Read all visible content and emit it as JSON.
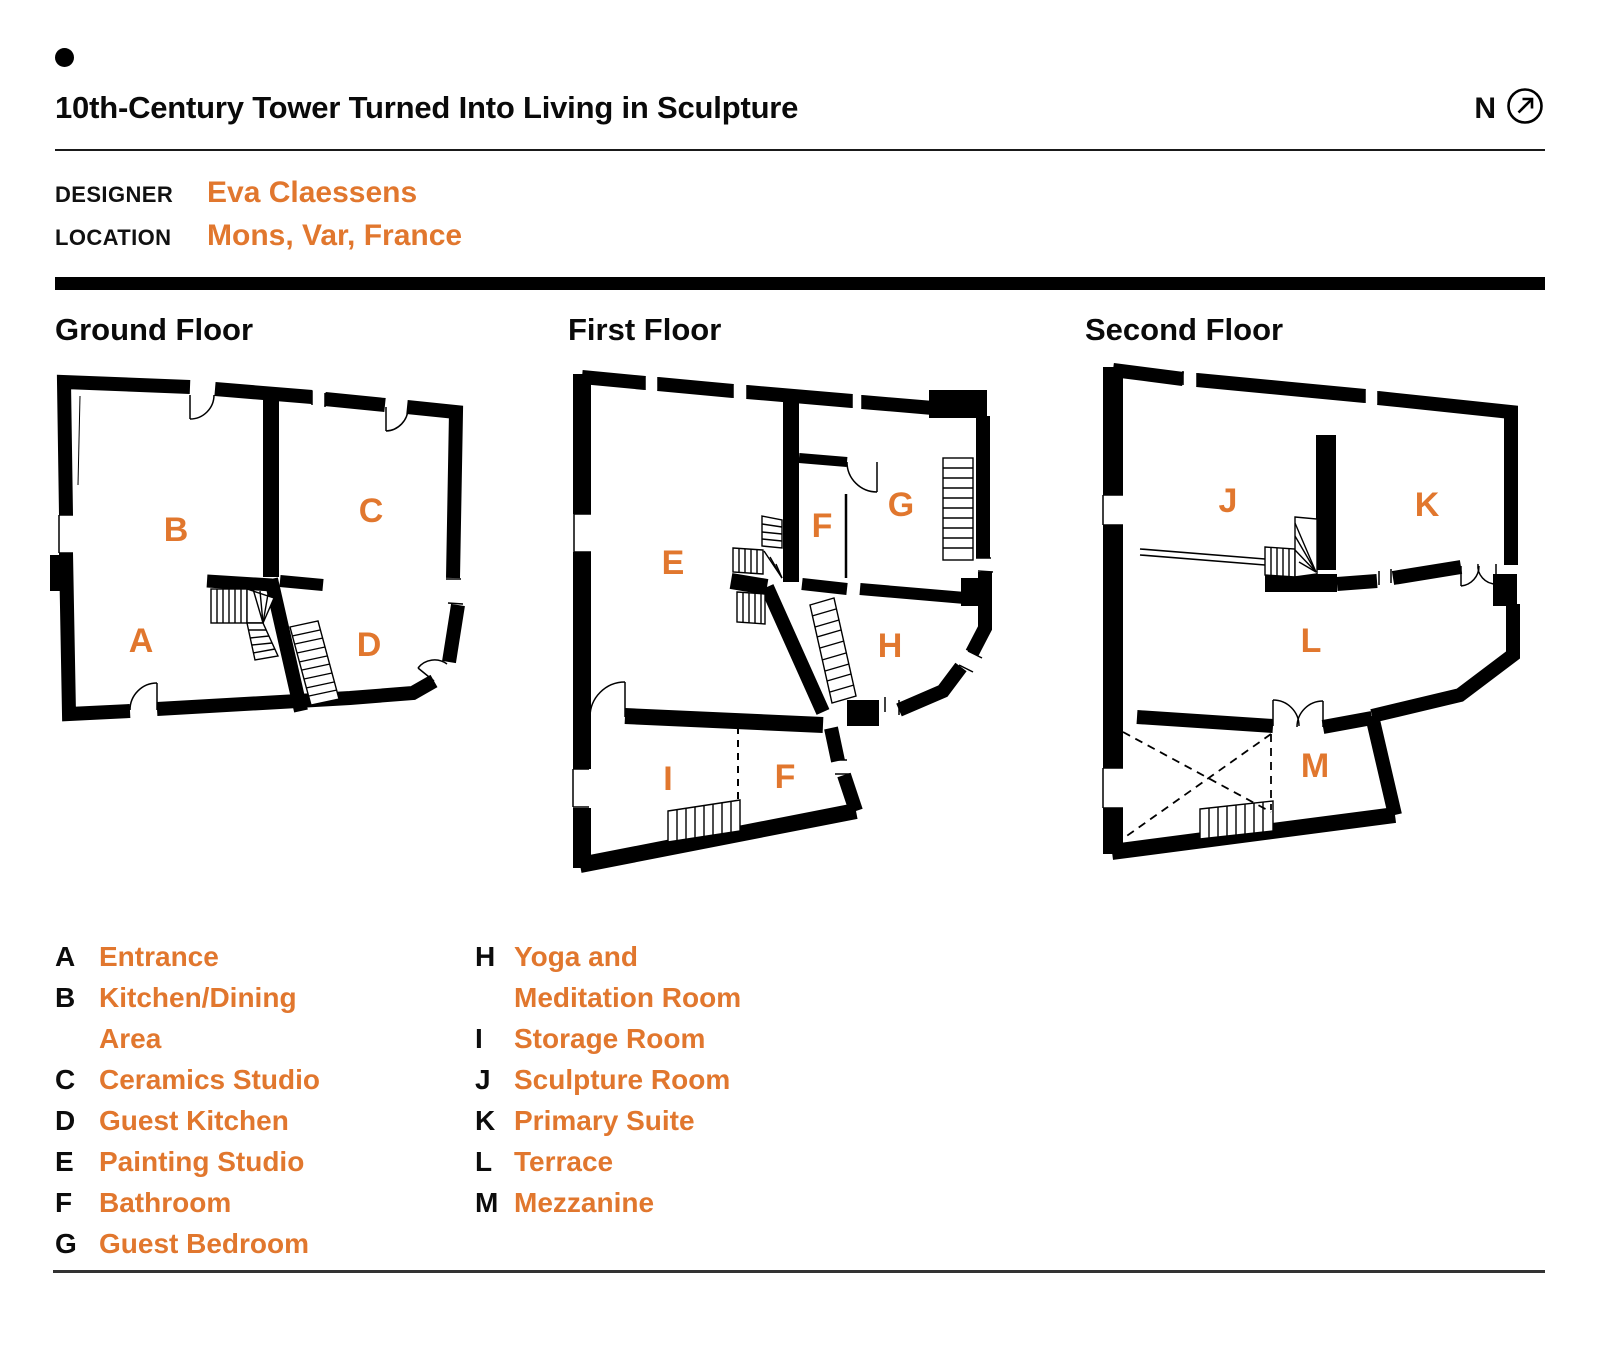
{
  "header": {
    "title": "10th-Century Tower Turned Into Living in Sculpture",
    "north_label": "N"
  },
  "meta": {
    "designer_label": "DESIGNER",
    "designer_value": "Eva Claessens",
    "location_label": "LOCATION",
    "location_value": "Mons, Var, France"
  },
  "floors": [
    {
      "title": "Ground Floor",
      "rooms": [
        "B",
        "C",
        "A",
        "D"
      ]
    },
    {
      "title": "First Floor",
      "rooms": [
        "E",
        "F",
        "G",
        "H",
        "I",
        "F"
      ]
    },
    {
      "title": "Second Floor",
      "rooms": [
        "J",
        "K",
        "L",
        "M"
      ]
    }
  ],
  "legend": {
    "col1": [
      {
        "letter": "A",
        "name": "Entrance"
      },
      {
        "letter": "B",
        "name": "Kitchen/Dining Area"
      },
      {
        "letter": "C",
        "name": "Ceramics Studio"
      },
      {
        "letter": "D",
        "name": "Guest Kitchen"
      },
      {
        "letter": "E",
        "name": "Painting Studio"
      },
      {
        "letter": "F",
        "name": "Bathroom"
      },
      {
        "letter": "G",
        "name": "Guest Bedroom"
      }
    ],
    "col2": [
      {
        "letter": "H",
        "name": "Yoga and Meditation Room"
      },
      {
        "letter": "I",
        "name": "Storage Room"
      },
      {
        "letter": "J",
        "name": "Sculpture Room"
      },
      {
        "letter": "K",
        "name": "Primary Suite"
      },
      {
        "letter": "L",
        "name": "Terrace"
      },
      {
        "letter": "M",
        "name": "Mezzanine"
      }
    ]
  },
  "colors": {
    "accent": "#E1772E",
    "wall": "#000000"
  }
}
